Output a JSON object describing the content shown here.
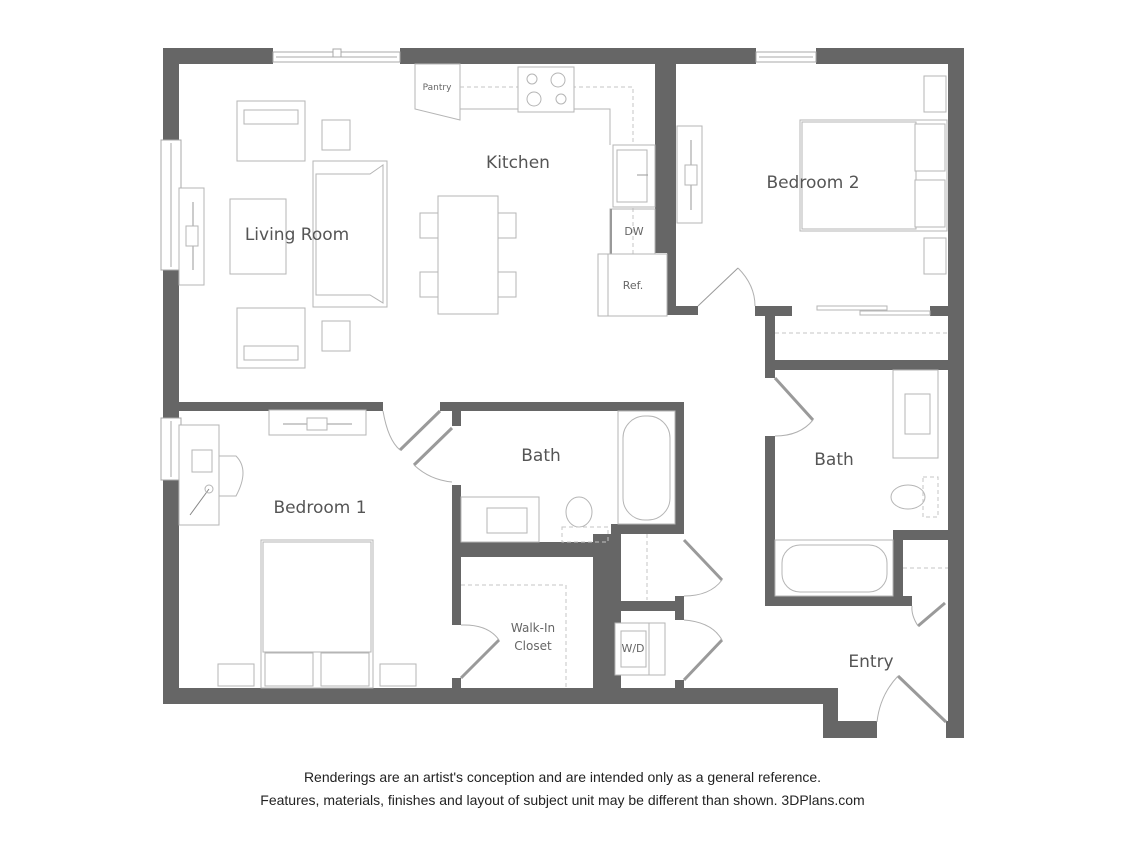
{
  "plan": {
    "rooms": {
      "living_room": "Living Room",
      "kitchen": "Kitchen",
      "bedroom_2": "Bedroom 2",
      "bedroom_1": "Bedroom 1",
      "bath_1": "Bath",
      "bath_2": "Bath",
      "walk_in_closet_line1": "Walk-In",
      "walk_in_closet_line2": "Closet",
      "entry": "Entry"
    },
    "fixtures": {
      "pantry": "Pantry",
      "dishwasher": "DW",
      "refrigerator": "Ref.",
      "washer_dryer": "W/D"
    },
    "colors": {
      "wall": "#666666",
      "fixture_line": "#b5b5b5",
      "label": "#555555",
      "background": "#ffffff"
    }
  },
  "disclaimer": {
    "line1": "Renderings are an artist's conception and are intended only as a general reference.",
    "line2": "Features, materials, finishes and layout of subject unit may be different than shown. 3DPlans.com"
  }
}
